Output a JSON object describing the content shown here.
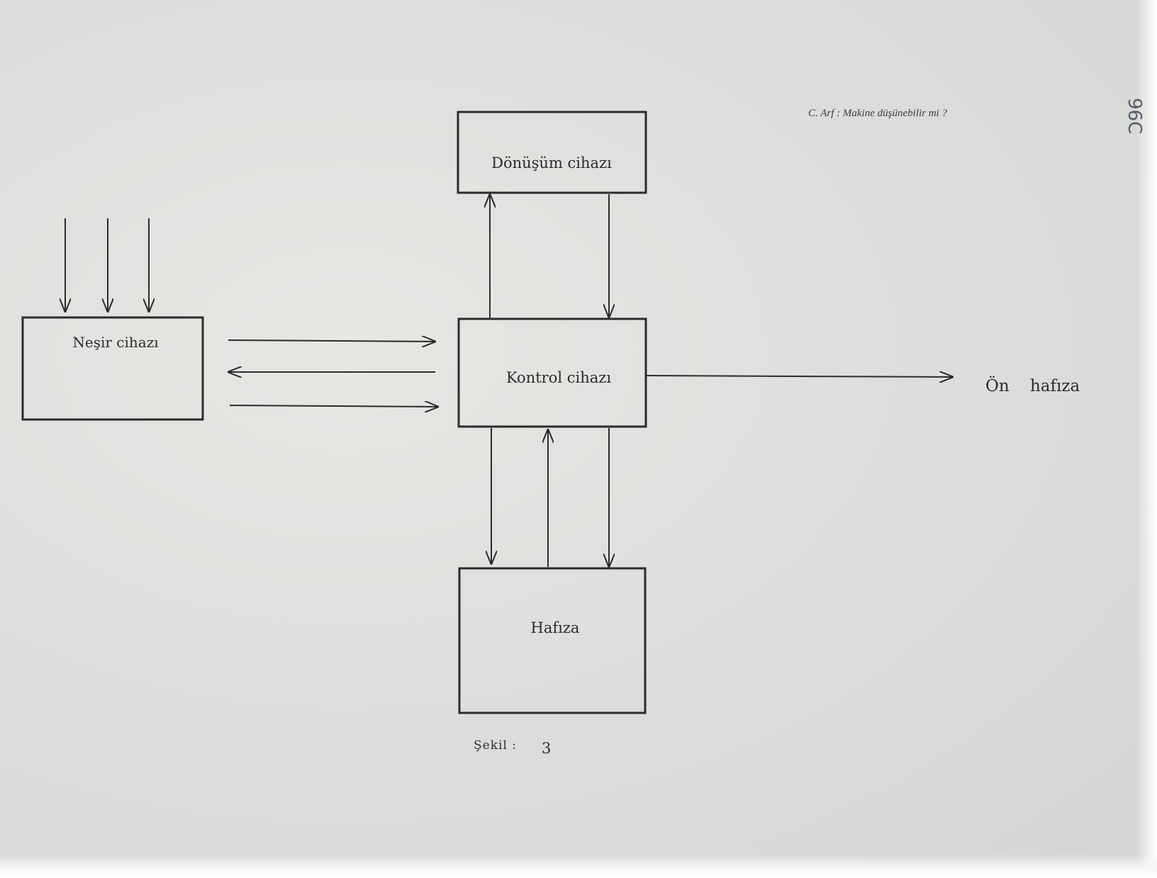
{
  "page": {
    "header": "C. Arf : Makine düşünebilir mi ?",
    "handwritten_note": "96C",
    "caption_prefix": "Şekil :",
    "caption_number": "3"
  },
  "nodes": {
    "donusum": "Dönüşüm cihazı",
    "nesir": "Neşir cihazı",
    "kontrol": "Kontrol cihazı",
    "hafiza": "Hafıza",
    "on_hafiza": "Ön hafıza"
  },
  "edges": [
    {
      "from": "input",
      "to": "nesir",
      "count": 3
    },
    {
      "from": "nesir",
      "to": "kontrol"
    },
    {
      "from": "kontrol",
      "to": "nesir"
    },
    {
      "from": "nesir",
      "to": "kontrol"
    },
    {
      "from": "kontrol",
      "to": "donusum"
    },
    {
      "from": "donusum",
      "to": "kontrol"
    },
    {
      "from": "kontrol",
      "to": "on_hafiza"
    },
    {
      "from": "kontrol",
      "to": "hafiza"
    },
    {
      "from": "hafiza",
      "to": "kontrol"
    },
    {
      "from": "kontrol",
      "to": "hafiza"
    }
  ],
  "colors": {
    "ink": "#2b2b2b",
    "paper": "#dedfdc"
  }
}
